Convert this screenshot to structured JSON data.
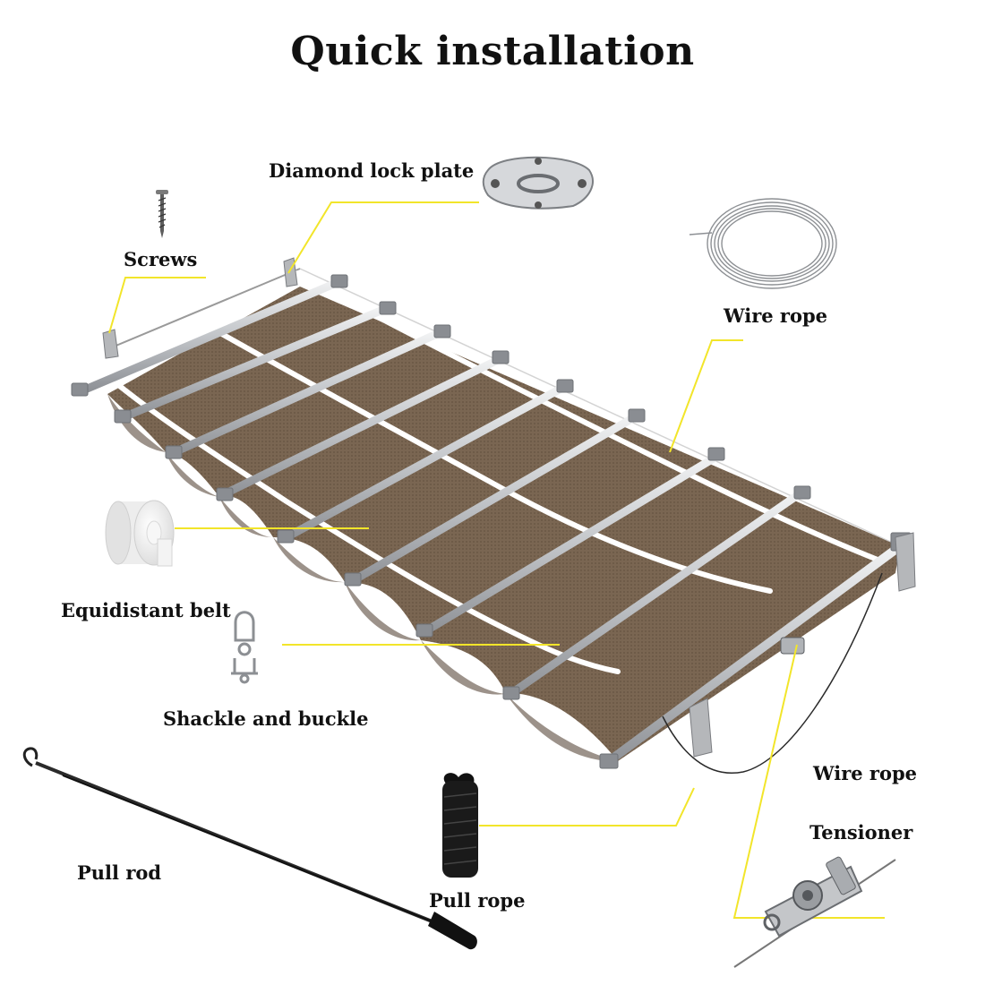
{
  "title": "Quick installation",
  "labels": {
    "diamond_lock_plate": "Diamond lock plate",
    "screws": "Screws",
    "wire_rope_top": "Wire rope",
    "equidistant_belt": "Equidistant belt",
    "shackle_and_buckle": "Shackle and buckle",
    "wire_rope_bottom": "Wire rope",
    "tensioner": "Tensioner",
    "pull_rod": "Pull rod",
    "pull_rope": "Pull rope"
  },
  "colors": {
    "leader_line": "#f2e52a",
    "fabric": "#7a6652",
    "fabric_shadow": "#5a4a3c",
    "rail": "#c9cbce",
    "end_cap": "#8a8d92",
    "belt": "#ffffff",
    "text": "#111111"
  },
  "icons": [
    "screw-icon",
    "diamond-lock-plate-icon",
    "wire-rope-coil-icon",
    "belt-roll-icon",
    "shackle-icon",
    "pull-rope-icon",
    "pull-rod-icon",
    "tensioner-icon"
  ]
}
